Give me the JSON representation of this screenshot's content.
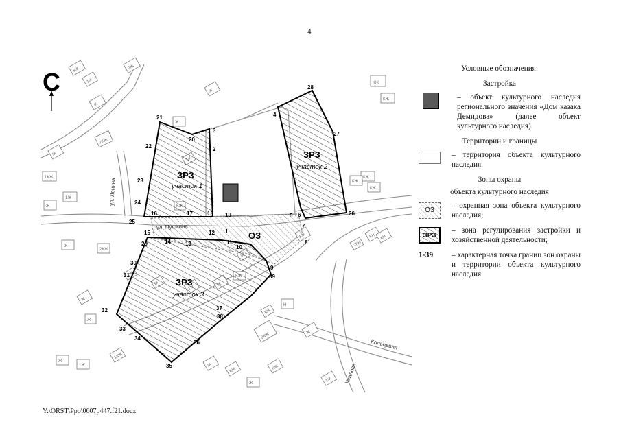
{
  "page_number": "4",
  "footer_path": "Y:\\ORST\\Ppo\\0607p447.f21.docx",
  "map": {
    "north_letter": "С",
    "zones": [
      {
        "code": "ЗРЗ",
        "label": "участок 1"
      },
      {
        "code": "ЗРЗ",
        "label": "участок 2"
      },
      {
        "code": "ЗРЗ",
        "label": "участок 3"
      }
    ],
    "oz_label": "ОЗ",
    "streets": [
      "ул. Пушкина",
      "ул. Ленина",
      "Кольцевая",
      "Чкалова"
    ],
    "points": [
      "1",
      "2",
      "3",
      "4",
      "5",
      "6",
      "7",
      "8",
      "9",
      "10",
      "11",
      "12",
      "13",
      "14",
      "15",
      "16",
      "17",
      "18",
      "19",
      "20",
      "21",
      "22",
      "23",
      "24",
      "25",
      "26",
      "27",
      "28",
      "29",
      "30",
      "31",
      "32",
      "33",
      "34",
      "35",
      "36",
      "37",
      "38",
      "39"
    ],
    "building_labels": [
      "КЖ",
      "1Ж",
      "Ж",
      "2Ж",
      "2КЖ",
      "1КЖ",
      "КН",
      "2КН",
      "Н"
    ]
  },
  "legend": {
    "title": "Условные обозначения:",
    "section_build": "Застройка",
    "object_text": "– объект культурного наследия регионального значения «Дом казака Демидова» (далее объект культурного наследия).",
    "section_terr": "Территории и границы",
    "terr_text": "– территория объекта культурного наследия.",
    "section_zones_1": "Зоны охраны",
    "section_zones_2": "объекта культурного наследия",
    "oz_symbol": "ОЗ",
    "oz_text": "– охранная зона объекта культурного наследия;",
    "zrz_symbol": "ЗРЗ",
    "zrz_text": "– зона регулирования застройки и хозяйственной деятельности;",
    "point_symbol": "1-39",
    "point_text": "– характерная точка границ зон охраны и территории объекта культурного наследия."
  },
  "colors": {
    "object": "#595959",
    "lines": "#000000",
    "roads": "#8a8a8a"
  }
}
